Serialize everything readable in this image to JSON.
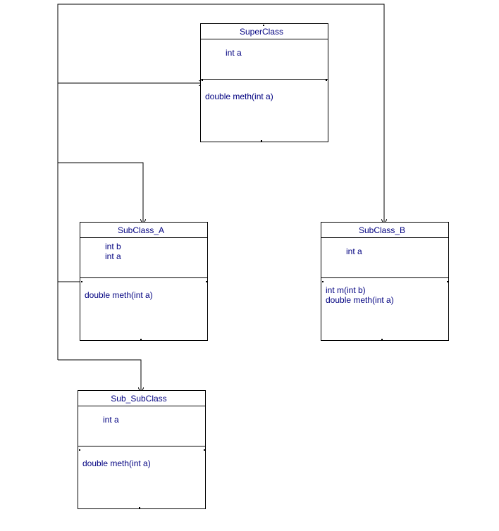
{
  "colors": {
    "line": "#000000",
    "text": "#000080",
    "background": "#ffffff"
  },
  "classes": {
    "super_class": {
      "name": "SuperClass",
      "attributes": [
        "int a"
      ],
      "methods": [
        "double meth(int a)"
      ]
    },
    "subclass_a": {
      "name": "SubClass_A",
      "attributes": [
        "int b",
        "int a"
      ],
      "methods": [
        "double meth(int a)"
      ]
    },
    "subclass_b": {
      "name": "SubClass_B",
      "attributes": [
        "int a"
      ],
      "methods": [
        "int m(int b)",
        "double meth(int a)"
      ]
    },
    "sub_subclass": {
      "name": "Sub_SubClass",
      "attributes": [
        "int a"
      ],
      "methods": [
        "double meth(int a)"
      ]
    }
  }
}
